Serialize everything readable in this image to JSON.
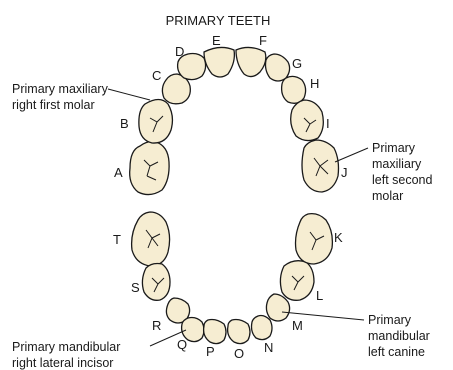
{
  "title": "PRIMARY TEETH",
  "teeth": {
    "A": "A",
    "B": "B",
    "C": "C",
    "D": "D",
    "E": "E",
    "F": "F",
    "G": "G",
    "H": "H",
    "I": "I",
    "J": "J",
    "K": "K",
    "L": "L",
    "M": "M",
    "N": "N",
    "O": "O",
    "P": "P",
    "Q": "Q",
    "R": "R",
    "S": "S",
    "T": "T"
  },
  "annotations": {
    "max_right_first_molar": [
      "Primary maxiliary",
      "right first molar"
    ],
    "max_left_second_molar": [
      "Primary",
      "maxiliary",
      "left second",
      "molar"
    ],
    "mand_right_lateral_incisor": [
      "Primary mandibular",
      "right lateral incisor"
    ],
    "mand_left_canine": [
      "Primary",
      "mandibular",
      "left canine"
    ]
  },
  "colors": {
    "tooth_fill": "#f6edd2",
    "outline": "#1a1a1a"
  }
}
